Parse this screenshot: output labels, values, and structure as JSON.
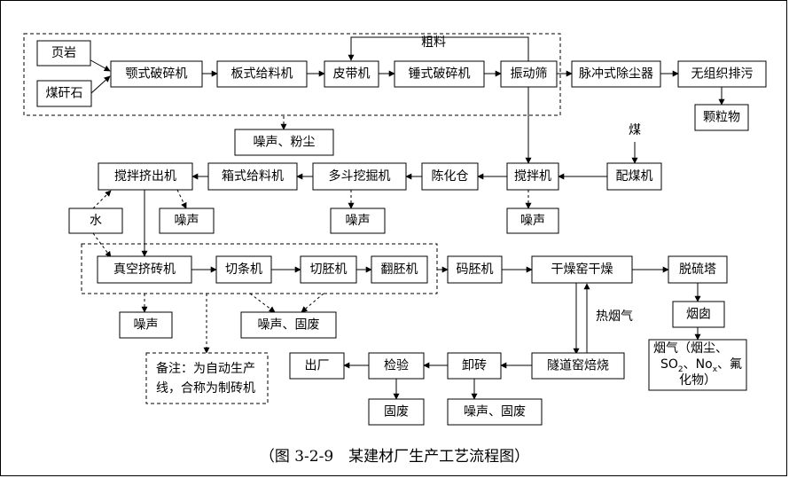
{
  "nodes": {
    "yeyan": "页岩",
    "meiganshi": "煤矸石",
    "epo": "颚式破碎机",
    "banshi": "板式给料机",
    "pidai": "皮带机",
    "chuishi": "锤式破碎机",
    "zhendong": "振动筛",
    "maichong": "脉冲式除尘器",
    "wuzuzhi": "无组织排污",
    "keli": "颗粒物",
    "zaosheng_fenchen": "噪声、粉尘",
    "jiaoban_jichu": "搅拌挤出机",
    "xiangshi": "箱式给料机",
    "duodou": "多斗挖掘机",
    "chenhua": "陈化仓",
    "jiaoban": "搅拌机",
    "peimei": "配煤机",
    "shui": "水",
    "zs1": "噪声",
    "zs2": "噪声",
    "zs3": "噪声",
    "zhenkong": "真空挤砖机",
    "qietiao": "切条机",
    "qiepi": "切胚机",
    "fanpi": "翻胚机",
    "mapi": "码胚机",
    "ganzao": "干燥窑干燥",
    "tuoliu": "脱硫塔",
    "yancong": "烟囱",
    "zs4": "噪声",
    "zs_gufei1": "噪声、固废",
    "chuchang": "出厂",
    "jianyan": "检验",
    "xiezhuan": "卸砖",
    "suidao": "隧道窑焙烧",
    "gufei": "固废",
    "zs_gufei2": "噪声、固废"
  },
  "labels": {
    "culiao": "粗料",
    "mei": "煤",
    "reyanqi": "热烟气"
  },
  "exhaust": {
    "line1": "烟气（烟尘、",
    "line2_a": "SO",
    "line2_sub1": "2",
    "line2_b": "、No",
    "line2_sub2": "x",
    "line2_c": "、氟",
    "line3": "化物）"
  },
  "note": {
    "line1": "备注：为自动生产",
    "line2": "线，合称为制砖机"
  },
  "caption": "（图 3-2-9　某建材厂生产工艺流程图）"
}
